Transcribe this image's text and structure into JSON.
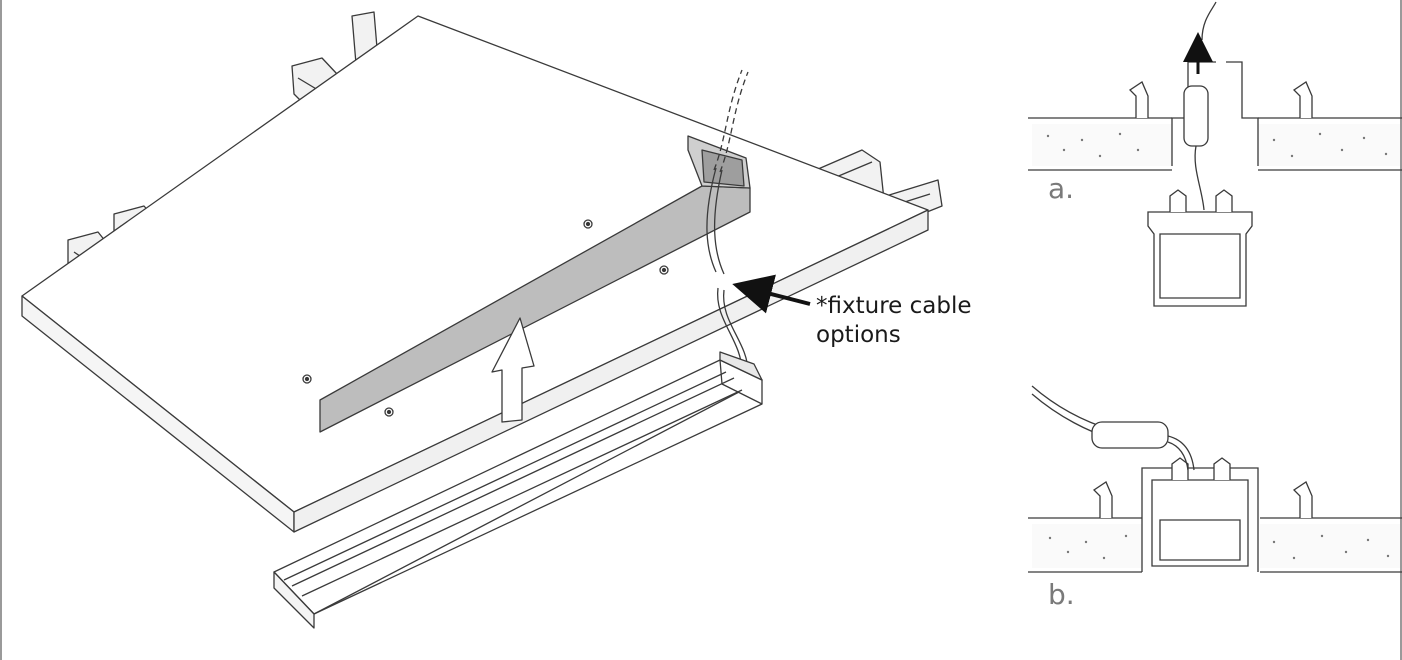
{
  "callout": {
    "line1": "*fixture cable",
    "line2": "options"
  },
  "details": {
    "a_label": "a.",
    "b_label": "b."
  },
  "colors": {
    "line": "#3a3a3a",
    "channel_fill": "#bdbdbd",
    "board_fill": "#ffffff",
    "insulation_fill": "#f4f4f4",
    "fill_dots": "#777777",
    "border": "#9a9a9a"
  }
}
